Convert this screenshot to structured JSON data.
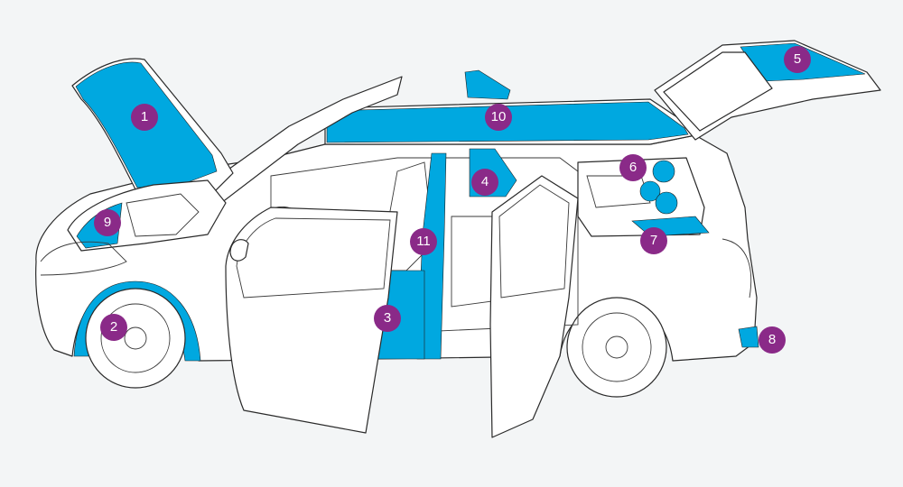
{
  "diagram": {
    "colors": {
      "background": "#f3f5f6",
      "zone": "#00a8e0",
      "marker": "#8a2a88",
      "marker_text": "#ffffff",
      "outline": "#2a2a2a"
    },
    "markers": [
      {
        "id": "hood",
        "label": "1"
      },
      {
        "id": "front-wheel-arch",
        "label": "2"
      },
      {
        "id": "door-sill",
        "label": "3"
      },
      {
        "id": "rear-cabin-wall",
        "label": "4"
      },
      {
        "id": "tailgate",
        "label": "5"
      },
      {
        "id": "speaker-panel",
        "label": "6"
      },
      {
        "id": "trunk-floor",
        "label": "7"
      },
      {
        "id": "rear-bumper",
        "label": "8"
      },
      {
        "id": "engine-bay",
        "label": "9"
      },
      {
        "id": "roof",
        "label": "10"
      },
      {
        "id": "b-pillar",
        "label": "11"
      }
    ]
  }
}
